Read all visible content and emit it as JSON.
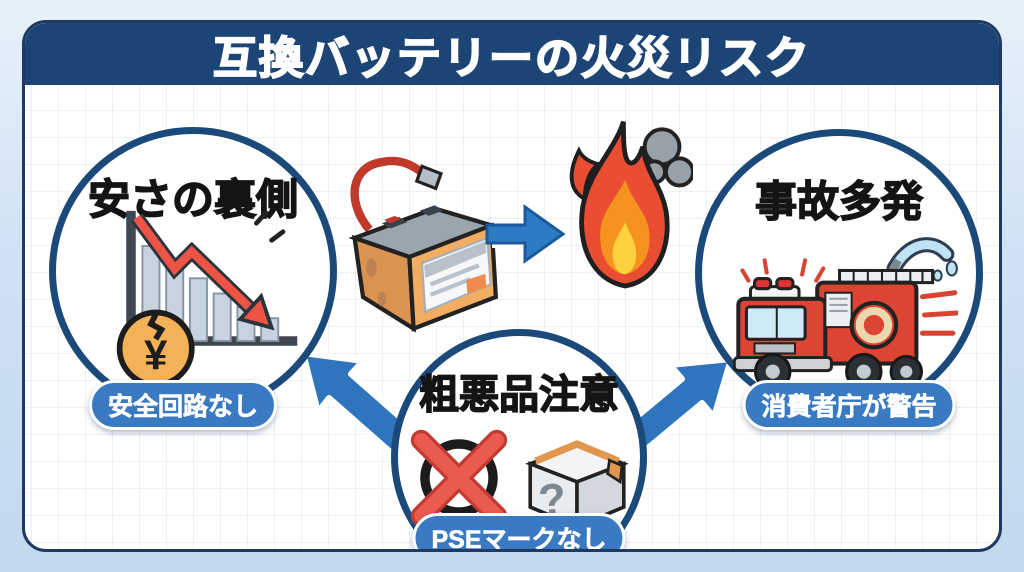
{
  "title": "互換バッテリーの火災リスク",
  "left_circle": {
    "heading": "安さの裏側",
    "badge": "安全回路なし",
    "icon": "declining-chart-with-broken-yen-coin"
  },
  "center_flow": {
    "from_icon": "battery",
    "arrow_icon": "arrow-right",
    "to_icon": "fire-flame"
  },
  "right_circle": {
    "heading": "事故多発",
    "badge": "消費者庁が警告",
    "icon": "fire-truck"
  },
  "bottom_circle": {
    "heading": "粗悪品注意",
    "badge": "PSEマークなし",
    "icons": [
      "prohibition-x",
      "unknown-box"
    ]
  },
  "colors": {
    "banner": "#1c4475",
    "circle_border": "#1b4a7a",
    "pill": "#3a7ac2",
    "arrow_blue": "#2e7cc4",
    "alert_red": "#e2493b",
    "background": "#cfe2f3"
  }
}
